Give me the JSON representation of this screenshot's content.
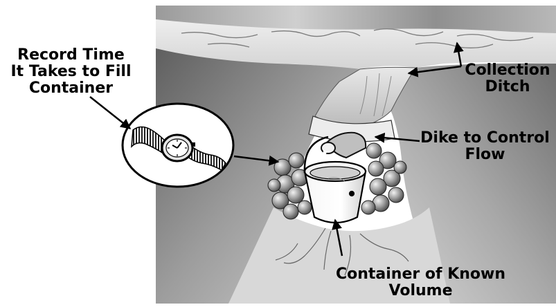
{
  "labels": {
    "record_time": [
      "Record Time",
      "It Takes to Fill",
      "Container"
    ],
    "collection_ditch": [
      "Collection",
      "Ditch"
    ],
    "dike": [
      "Dike to Control",
      "Flow"
    ],
    "container": [
      "Container of Known",
      "Volume"
    ]
  },
  "colors": {
    "ink": "#000000",
    "paper": "#ffffff",
    "ground_light": "#e6e6e6",
    "ground_mid": "#bdbdbd",
    "ground_dark": "#7a7a7a",
    "channel": "#d9d9d9"
  },
  "icons": [
    "wristwatch-icon",
    "bucket-icon",
    "rock-icon",
    "arrow-icon"
  ]
}
